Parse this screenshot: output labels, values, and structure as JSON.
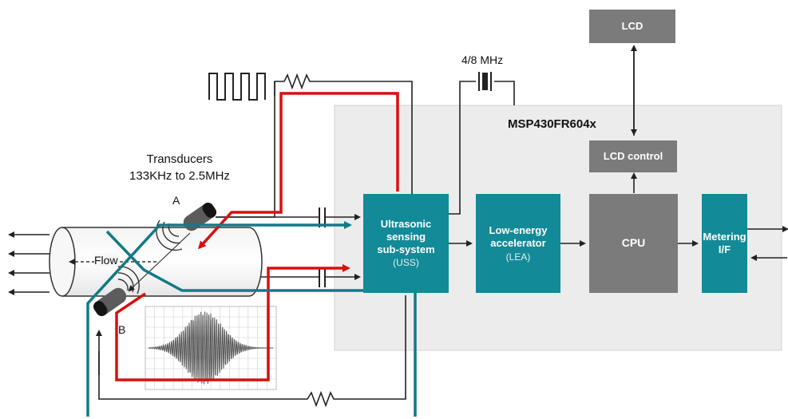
{
  "chip_label": "MSP430FR604x",
  "crystal_label": "4/8 MHz",
  "transducers": {
    "title": "Transducers",
    "range": "133KHz to 2.5MHz",
    "a": "A",
    "b": "B"
  },
  "flow_label": "Flow",
  "blocks": {
    "uss": {
      "lines": [
        "Ultrasonic",
        "sensing",
        "sub-system"
      ],
      "sub": "(USS)"
    },
    "lea": {
      "lines": [
        "Low-energy",
        "accelerator"
      ],
      "sub": "(LEA)"
    },
    "cpu": "CPU",
    "metering": [
      "Metering",
      "I/F"
    ],
    "lcd_control": "LCD control",
    "lcd": "LCD"
  },
  "colors": {
    "teal": "#138a97",
    "grey": "#7b7b7b",
    "chip_bg": "#ececec",
    "signal_red": "#d90f0f",
    "wire": "#222222",
    "path_teal": "#127a86"
  }
}
